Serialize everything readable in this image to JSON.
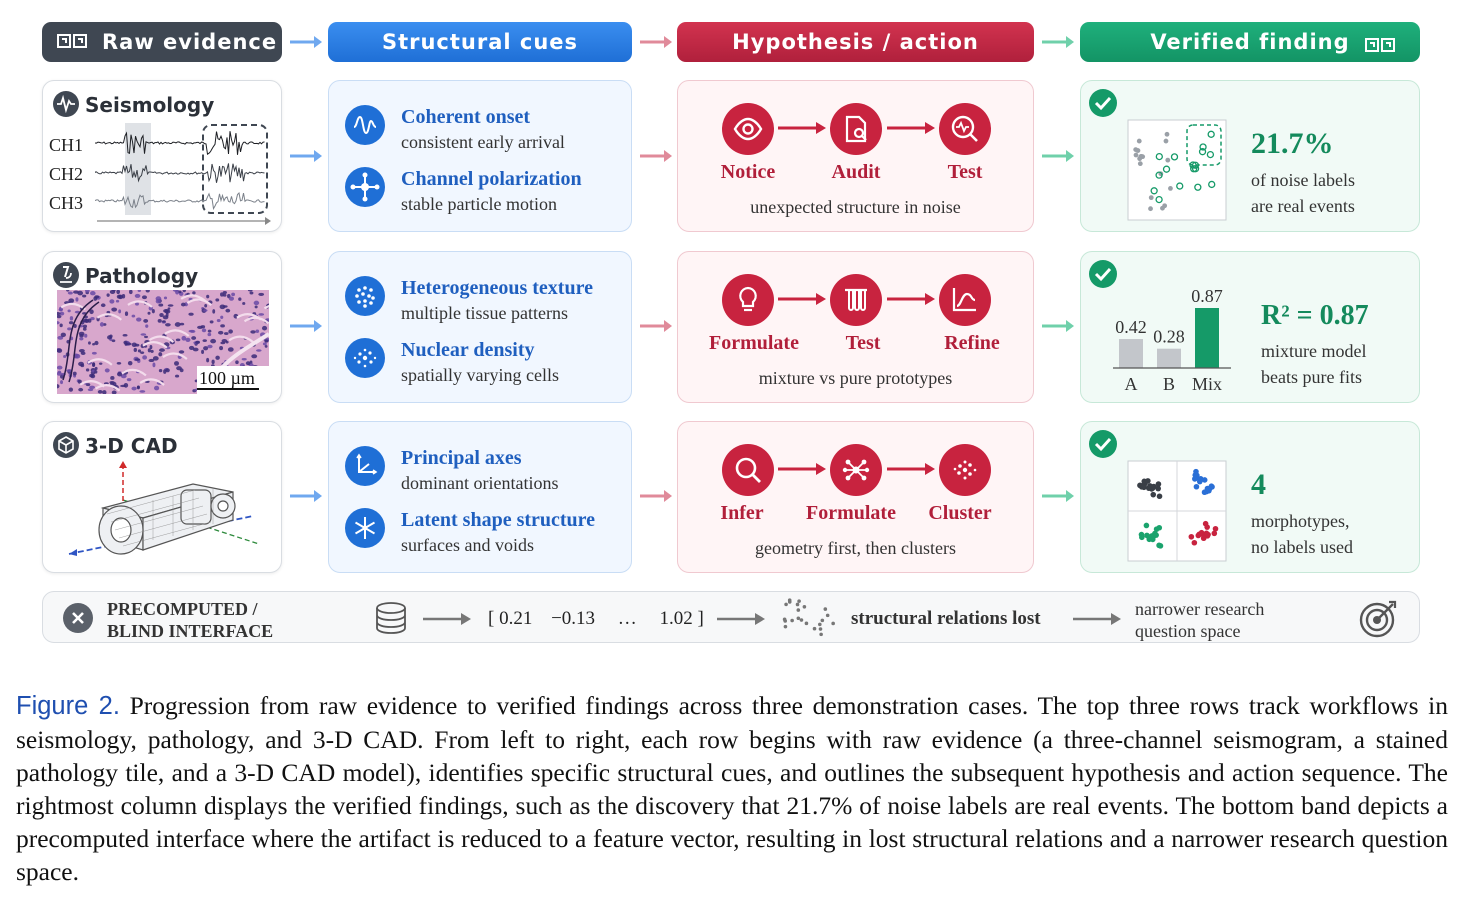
{
  "headers": {
    "raw": "Raw evidence",
    "structural": "Structural cues",
    "hypothesis": "Hypothesis / action",
    "verified": "Verified finding"
  },
  "rows": [
    {
      "raw": {
        "title": "Seismology",
        "channels": [
          "CH1",
          "CH2",
          "CH3"
        ]
      },
      "cues": [
        {
          "title": "Coherent onset",
          "desc": "consistent early arrival"
        },
        {
          "title": "Channel polarization",
          "desc": "stable particle motion"
        }
      ],
      "steps": [
        "Notice",
        "Audit",
        "Test"
      ],
      "steps_sub": "unexpected structure in noise",
      "finding": {
        "value": "21.7%",
        "desc_line1": "of noise labels",
        "desc_line2": "are real events"
      }
    },
    {
      "raw": {
        "title": "Pathology",
        "scale_bar": "100 µm"
      },
      "cues": [
        {
          "title": "Heterogeneous texture",
          "desc": "multiple tissue patterns"
        },
        {
          "title": "Nuclear density",
          "desc": "spatially varying cells"
        }
      ],
      "steps": [
        "Formulate",
        "Test",
        "Refine"
      ],
      "steps_sub": "mixture vs pure prototypes",
      "finding": {
        "value": "R² = 0.87",
        "desc_line1": "mixture model",
        "desc_line2": "beats pure fits"
      }
    },
    {
      "raw": {
        "title": "3-D CAD"
      },
      "cues": [
        {
          "title": "Principal axes",
          "desc": "dominant orientations"
        },
        {
          "title": "Latent shape structure",
          "desc": "surfaces and voids"
        }
      ],
      "steps": [
        "Infer",
        "Formulate",
        "Cluster"
      ],
      "steps_sub": "geometry first, then clusters",
      "finding": {
        "value": "4",
        "desc_line1": "morphotypes,",
        "desc_line2": "no labels used"
      }
    }
  ],
  "chart_data": {
    "type": "bar",
    "categories": [
      "A",
      "B",
      "Mix"
    ],
    "values": [
      0.42,
      0.28,
      0.87
    ],
    "value_labels": [
      "0.42",
      "0.28",
      "0.87"
    ],
    "colors": [
      "#c3c6cb",
      "#c3c6cb",
      "#159a68"
    ],
    "title": "",
    "xlabel": "",
    "ylabel": "",
    "ylim": [
      0,
      1
    ]
  },
  "bottom": {
    "label_line1": "PRECOMPUTED /",
    "label_line2": "BLIND INTERFACE",
    "vector": [
      "[ 0.21",
      "−0.13",
      "…",
      "1.02 ]"
    ],
    "lost": "structural relations lost",
    "narrow_line1": "narrower research",
    "narrow_line2": "question space"
  },
  "caption": {
    "label": "Figure 2.",
    "text": "Progression from raw evidence to verified findings across three demonstration cases. The top three rows track workflows in seismology, pathology, and 3-D CAD. From left to right, each row begins with raw evidence (a three-channel seismogram, a stained pathology tile, and a 3-D CAD model), identifies specific structural cues, and outlines the subsequent hypothesis and action sequence. The rightmost column displays the verified findings, such as the discovery that 21.7% of noise labels are real events. The bottom band depicts a precomputed interface where the artifact is reduced to a feature vector, resulting in lost structural relations and a narrower research question space."
  },
  "colors": {
    "raw": "#3f4752",
    "structural": "#1f6fd6",
    "hypothesis": "#c8233f",
    "verified": "#159a68"
  }
}
